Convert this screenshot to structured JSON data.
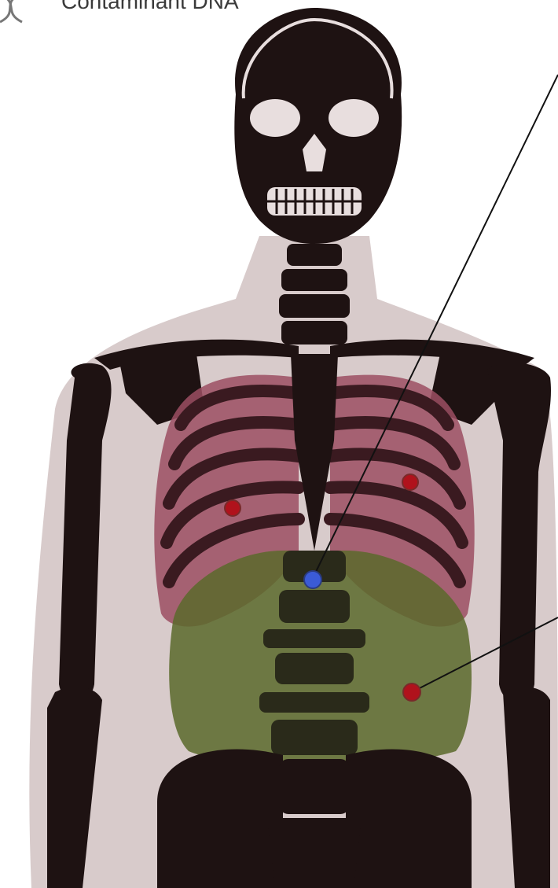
{
  "caption": {
    "text": "Contaminant DNA"
  },
  "icons": {
    "dna": "dna-icon"
  },
  "colors": {
    "background": "#ffffff",
    "body_silhouette": "#d8cbcb",
    "bone": "#1e1212",
    "bone_highlight": "#e8dede",
    "lungs": "#9c4f63",
    "abdomen": "#5a6a2c",
    "marker_red": "#b0121c",
    "marker_blue": "#3b5bd6",
    "leader_line": "#111111"
  },
  "markers": [
    {
      "id": "lung-right-marker",
      "color": "red"
    },
    {
      "id": "lung-left-marker",
      "color": "red"
    },
    {
      "id": "spine-marker",
      "color": "blue"
    },
    {
      "id": "abdomen-marker",
      "color": "red"
    }
  ]
}
